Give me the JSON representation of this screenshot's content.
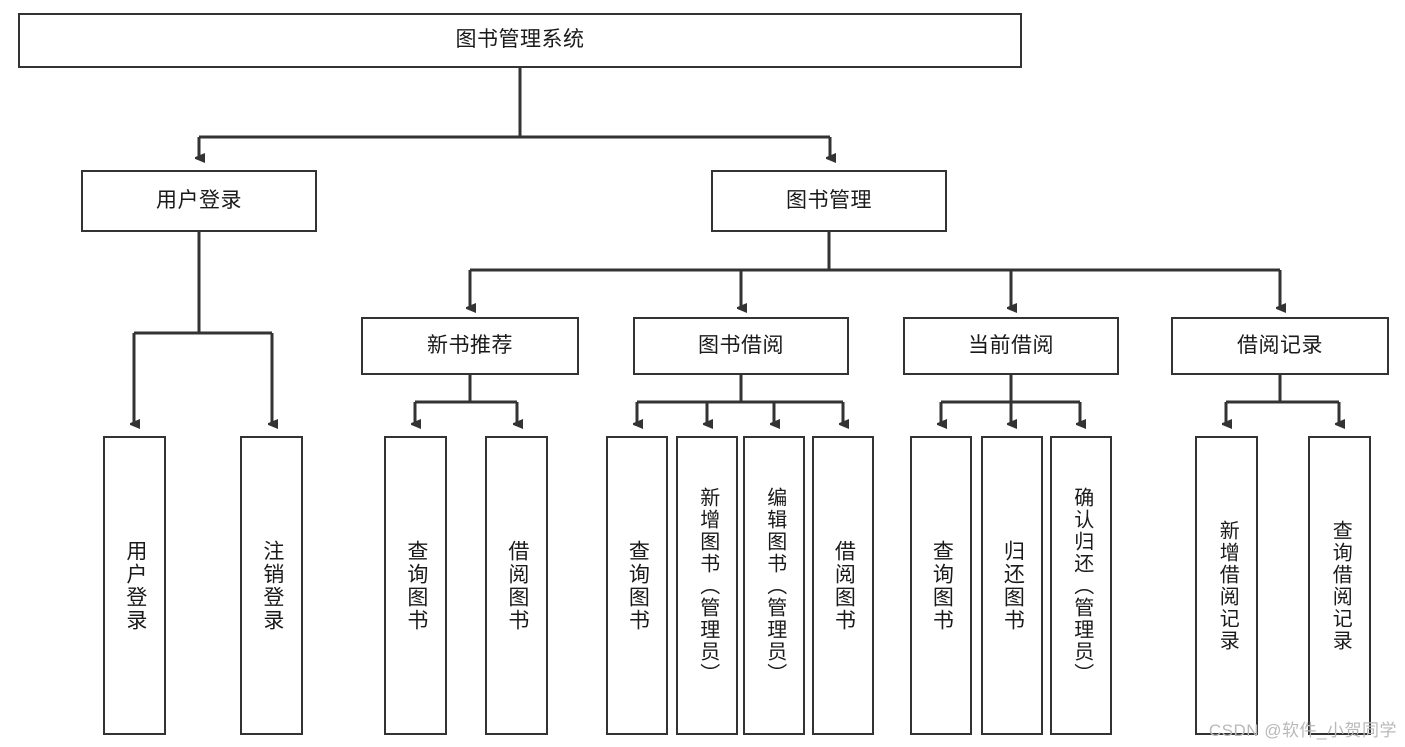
{
  "diagram": {
    "title": "图书管理系统",
    "type": "tree",
    "root": {
      "id": "root",
      "label": "图书管理系统"
    },
    "level2": [
      {
        "id": "user-login",
        "label": "用户登录"
      },
      {
        "id": "book-manage",
        "label": "图书管理"
      }
    ],
    "level3": [
      {
        "id": "new-book-rec",
        "label": "新书推荐",
        "parent": "book-manage"
      },
      {
        "id": "book-borrow",
        "label": "图书借阅",
        "parent": "book-manage"
      },
      {
        "id": "current-borrow",
        "label": "当前借阅",
        "parent": "book-manage"
      },
      {
        "id": "borrow-record",
        "label": "借阅记录",
        "parent": "book-manage"
      }
    ],
    "leaves": {
      "user-login": [
        {
          "id": "leaf-user-login",
          "label": "用户登录"
        },
        {
          "id": "leaf-user-logout",
          "label": "注销登录"
        }
      ],
      "new-book-rec": [
        {
          "id": "leaf-query-book-1",
          "label": "查询图书"
        },
        {
          "id": "leaf-borrow-book-1",
          "label": "借阅图书"
        }
      ],
      "book-borrow": [
        {
          "id": "leaf-query-book-2",
          "label": "查询图书"
        },
        {
          "id": "leaf-add-book",
          "label": "新增图书（管理员）"
        },
        {
          "id": "leaf-edit-book",
          "label": "编辑图书（管理员）"
        },
        {
          "id": "leaf-borrow-book-2",
          "label": "借阅图书"
        }
      ],
      "current-borrow": [
        {
          "id": "leaf-query-book-3",
          "label": "查询图书"
        },
        {
          "id": "leaf-return-book",
          "label": "归还图书"
        },
        {
          "id": "leaf-confirm-return",
          "label": "确认归还（管理员）"
        }
      ],
      "borrow-record": [
        {
          "id": "leaf-add-record",
          "label": "新增借阅记录"
        },
        {
          "id": "leaf-query-record",
          "label": "查询借阅记录"
        }
      ]
    }
  },
  "watermark": {
    "text": "CSDN @软件_小贺同学"
  },
  "colors": {
    "box_border": "#333333",
    "box_fill": "#ffffff",
    "text": "#1a1a1a",
    "edge": "#333333",
    "watermark": "#b9b9b9",
    "background": "#ffffff"
  }
}
